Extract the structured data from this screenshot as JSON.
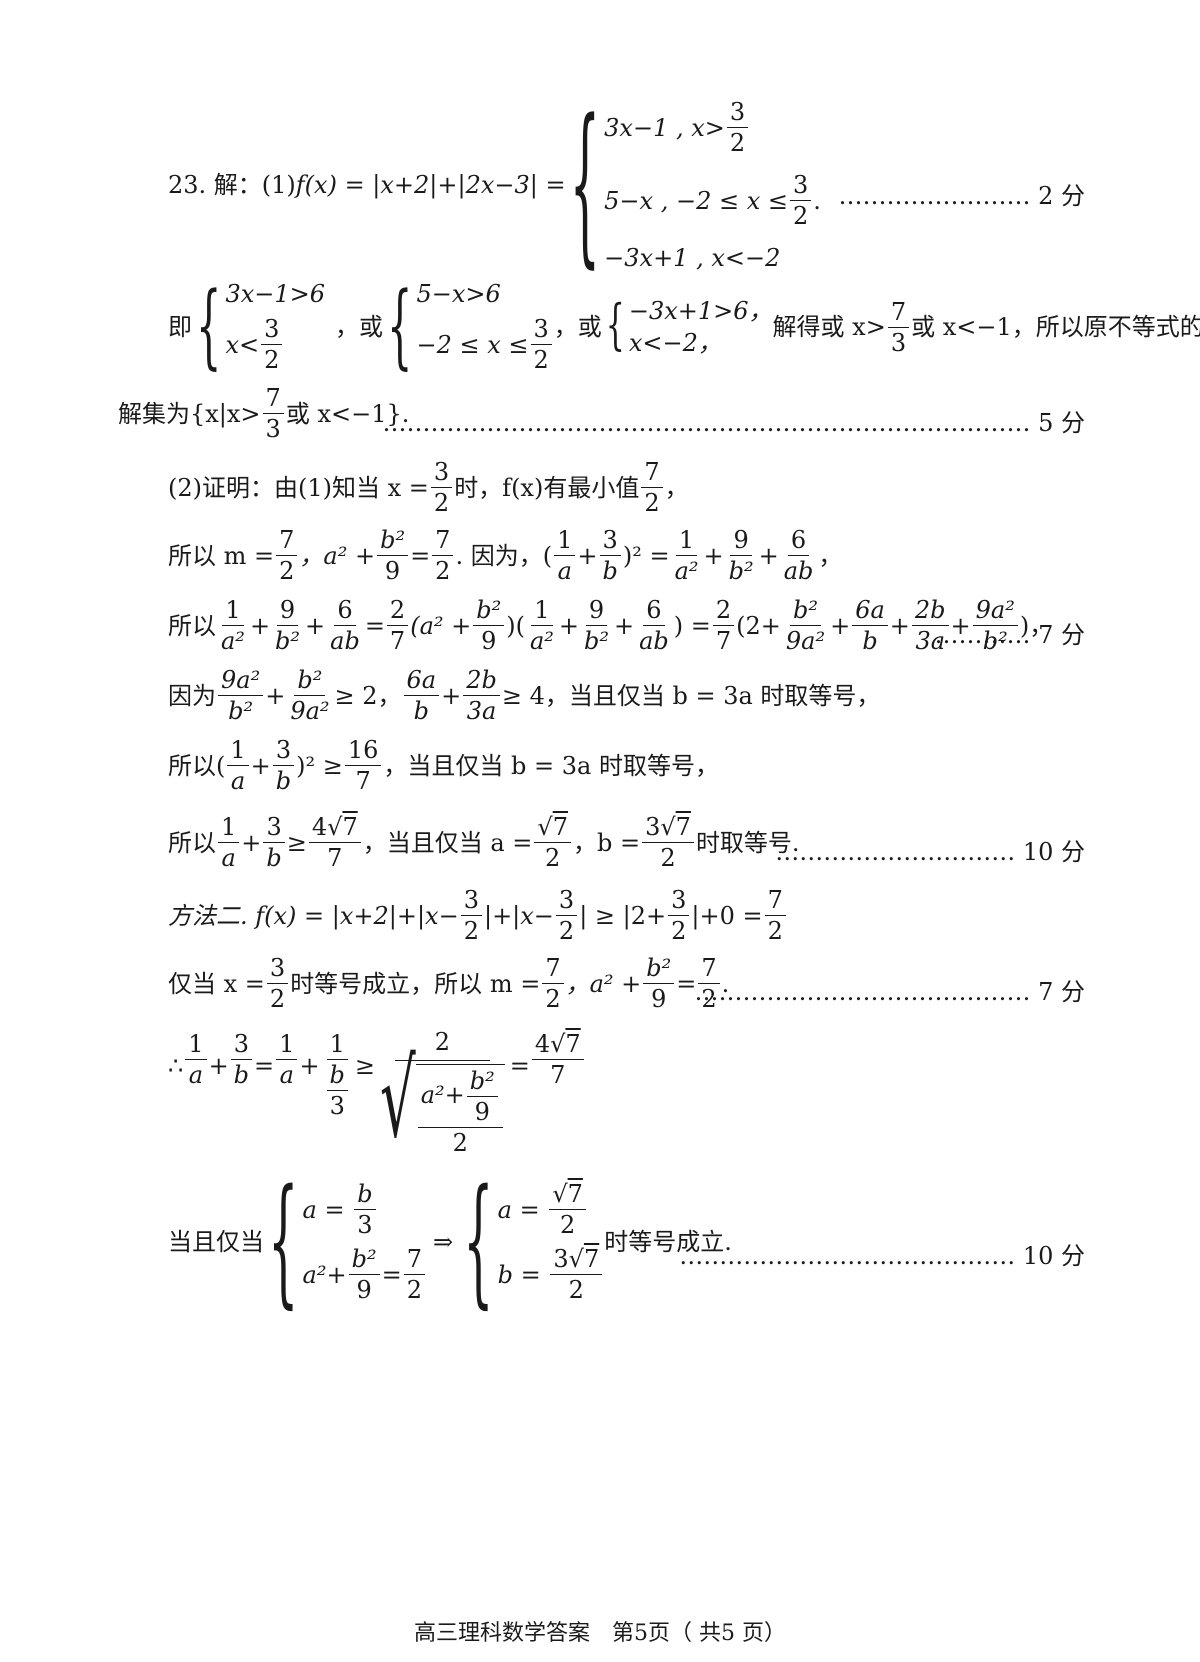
{
  "q23": {
    "lead": "23. 解：(1)",
    "fx_def": "f(x) = |x+2|+|2x−3| =",
    "case1": "3x−1 , x>",
    "case2": "5−x , −2 ≤ x ≤ ",
    "case3": "−3x+1 , x<−2",
    "frac_num": "3",
    "frac_den": "2",
    "score1": "…………………… 2 分",
    "ji": "即",
    "s1a": "3x−1>6",
    "s1b": "x<",
    "or1": "，或",
    "s2a": "5−x>6",
    "s2b": "−2 ≤ x ≤ ",
    "or2": "，或",
    "s3a": "−3x+1>6，",
    "s3b": "x<−2，",
    "solve": "解得或 x>",
    "seven": "7",
    "three": "3",
    "solve_tail": "或 x<−1，所以原不等式的",
    "set_lead": "解集为{x|x>",
    "set_tail": "或 x<−1}.",
    "score2": "……………………………………………………………………… 5 分"
  },
  "part2": {
    "l1a": "(2)证明：由(1)知当 x =",
    "l1b": "时，f(x)有最小值",
    "l1c": "，",
    "l2a": "所以 m =",
    "l2b": "，a² +",
    "l2c": "=",
    "l2d": ". 因为，(",
    "l2e": ")² =",
    "l2f": "，",
    "l3a": "所以",
    "l3b": "=",
    "l3c": "(a² +",
    "l3d": ")(",
    "l3e": ") =",
    "l3f": "(2+",
    "l3g": ")，",
    "score3": "………… 7 分",
    "l4a": "因为",
    "l4b": "≥ 2，",
    "l4c": "≥ 4，当且仅当 b = 3a 时取等号，",
    "l5a": "所以(",
    "l5b": ")² ≥",
    "l5c": "，当且仅当 b = 3a 时取等号，",
    "l6a": "所以",
    "l6b": "≥",
    "l6c": "，当且仅当 a =",
    "l6d": "，b =",
    "l6e": "时取等号.",
    "score4": "………………………… 10 分"
  },
  "method2": {
    "m1": "方法二. f(x) = |x+2|+|x−",
    "m1b": "|+|x−",
    "m1c": "| ≥ |2+",
    "m1d": "|+0 =",
    "m2a": "仅当 x =",
    "m2b": "时等号成立，所以 m =",
    "m2c": "，a² +",
    "m2d": "=",
    "m2e": ".",
    "score5": "…………………………………… 7 分",
    "m3a": "∴",
    "m3b": "=",
    "m3c": "≥",
    "m3d": "=",
    "m4a": "当且仅当",
    "m4b": "⇒",
    "m4c": "时等号成立.",
    "score6": "…………………………………… 10 分"
  },
  "footer": "高三理科数学答案　第5页（ 共5 页）"
}
